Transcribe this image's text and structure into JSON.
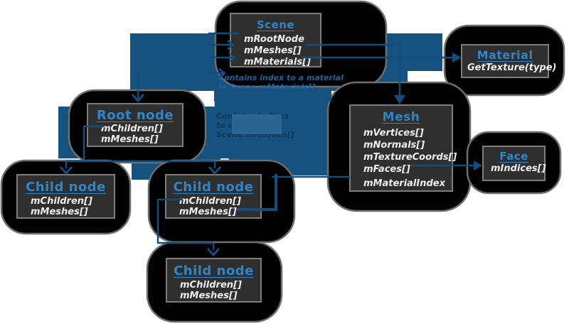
{
  "diagram": {
    "boxes": {
      "scene": {
        "title": "Scene",
        "members": [
          "mRootNode",
          "mMeshes[]",
          "mMaterials[]"
        ]
      },
      "material": {
        "title": "Material",
        "members": [
          "GetTexture(type)"
        ]
      },
      "mesh": {
        "title": "Mesh",
        "members": [
          "mVertices[]",
          "mNormals[]",
          "mTextureCoords[]",
          "mFaces[]",
          "mMaterialIndex"
        ]
      },
      "face": {
        "title": "Face",
        "members": [
          "mIndices[]"
        ]
      },
      "root": {
        "title": "Root node",
        "members": [
          "mChildren[]",
          "mMeshes[]"
        ]
      },
      "child1": {
        "title": "Child node",
        "members": [
          "mChildren[]",
          "mMeshes[]"
        ]
      },
      "child2": {
        "title": "Child node",
        "members": [
          "mChildren[]",
          "mMeshes[]"
        ]
      },
      "child3": {
        "title": "Child node",
        "members": [
          "mChildren[]",
          "mMeshes[]"
        ]
      }
    },
    "annotations": {
      "material_note": {
        "line1": "Contains index to a material",
        "line2": "in Scene.mMaterials[]"
      },
      "mesh_note": {
        "line1": "Contains indices",
        "line2": "to meshes in",
        "line3": "Scene.mMeshes[]"
      }
    },
    "colors": {
      "flow_blue": "#15527f",
      "line_blue": "#134d7c",
      "title_blue": "#2e86c8",
      "box_bg": "#2f2f2f",
      "box_border": "#7d7d7d",
      "member_text": "#ededed",
      "note_blue": "#1f629b",
      "note_dark": "#0e3658",
      "note_cover": "#2a6590",
      "blob_black": "#020202",
      "blob_outline": "#6e6e6e"
    }
  }
}
